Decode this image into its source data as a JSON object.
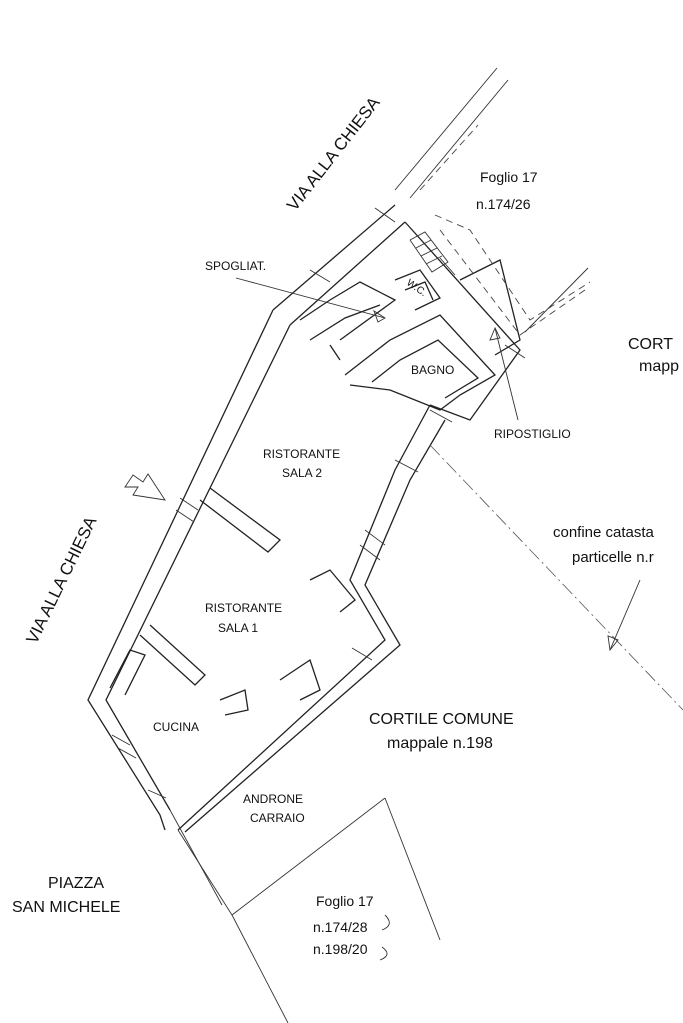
{
  "street_labels": {
    "via_top": "VIA ALLA CHIESA",
    "via_left": "VIA ALLA CHIESA",
    "piazza_line1": "PIAZZA",
    "piazza_line2": "SAN MICHELE"
  },
  "rooms": {
    "spogliatoio": "SPOGLIAT.",
    "wc": "W.C.",
    "bagno": "BAGNO",
    "ripostiglio": "RIPOSTIGLIO",
    "sala2_line1": "RISTORANTE",
    "sala2_line2": "SALA 2",
    "sala1_line1": "RISTORANTE",
    "sala1_line2": "SALA 1",
    "cucina": "CUCINA",
    "androne_line1": "ANDRONE",
    "androne_line2": "CARRAIO"
  },
  "cadastral": {
    "top": {
      "foglio": "Foglio 17",
      "numero": "n.174/26"
    },
    "bottom": {
      "foglio": "Foglio 17",
      "numero1": "n.174/28",
      "numero2": "n.198/20"
    },
    "cortile_right_line1": "CORT",
    "cortile_right_line2": "mapp",
    "cortile_comune_line1": "CORTILE COMUNE",
    "cortile_comune_line2": "mappale n.198",
    "confine_line1": "confine catasta",
    "confine_line2": "particelle n.r"
  }
}
